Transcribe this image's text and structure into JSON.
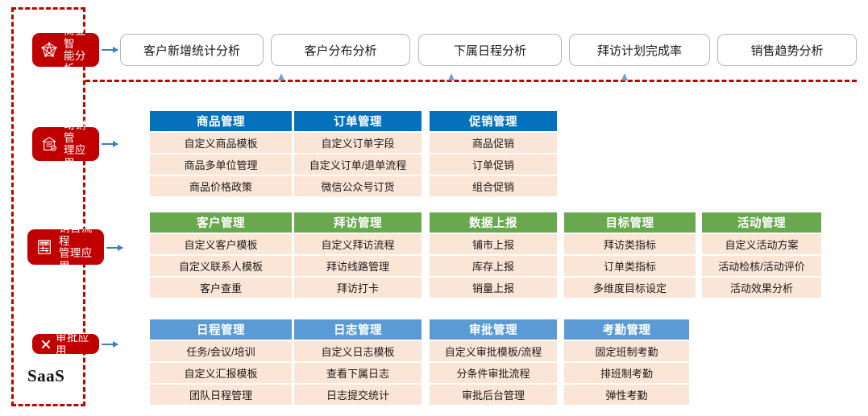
{
  "frame": {
    "saas_label": "SaaS",
    "accent_red": "#c00000",
    "arrow_blue": "#3f7fc1",
    "item_bg": "#fbe5d6",
    "header_blue": "#0571bd",
    "header_green": "#6aa84f",
    "header_light_blue": "#5b9bd5"
  },
  "badges": [
    {
      "label": "商业智\n能分析",
      "icon": "network-analytics-icon"
    },
    {
      "label": "动销管\n理应用",
      "icon": "store-shop-icon"
    },
    {
      "label": "销售流程\n管理应用",
      "icon": "sale-tag-icon"
    },
    {
      "label": "审批应用",
      "icon": "approval-cross-icon"
    }
  ],
  "analytics_pills": [
    {
      "label": "客户新增统计分析"
    },
    {
      "label": "客户分布分析"
    },
    {
      "label": "下属日程分析"
    },
    {
      "label": "拜访计划完成率"
    },
    {
      "label": "销售趋势分析"
    }
  ],
  "rows": [
    {
      "name": "动销管理应用",
      "header_style": "head-blue",
      "columns": [
        {
          "title": "商品管理",
          "items": [
            "自定义商品模板",
            "商品多单位管理",
            "商品价格政策"
          ]
        },
        {
          "title": "订单管理",
          "items": [
            "自定义订单字段",
            "自定义订单/退单流程",
            "微信公众号订货"
          ]
        },
        {
          "title": "促销管理",
          "items": [
            "商品促销",
            "订单促销",
            "组合促销"
          ]
        }
      ]
    },
    {
      "name": "销售流程管理应用",
      "header_style": "head-green",
      "columns": [
        {
          "title": "客户管理",
          "items": [
            "自定义客户模板",
            "自定义联系人模板",
            "客户查重"
          ]
        },
        {
          "title": "拜访管理",
          "items": [
            "自定义拜访流程",
            "拜访线路管理",
            "拜访打卡"
          ]
        },
        {
          "title": "数据上报",
          "items": [
            "铺市上报",
            "库存上报",
            "销量上报"
          ]
        },
        {
          "title": "目标管理",
          "items": [
            "拜访类指标",
            "订单类指标",
            "多维度目标设定"
          ]
        },
        {
          "title": "活动管理",
          "items": [
            "自定义活动方案",
            "活动检核/活动评价",
            "活动效果分析"
          ]
        }
      ]
    },
    {
      "name": "审批应用",
      "header_style": "head-lblue",
      "columns": [
        {
          "title": "日程管理",
          "items": [
            "任务/会议/培训",
            "自定义汇报模板",
            "团队日程管理"
          ]
        },
        {
          "title": "日志管理",
          "items": [
            "自定义日志模板",
            "查看下属日志",
            "日志提交统计"
          ]
        },
        {
          "title": "审批管理",
          "items": [
            "自定义审批模板/流程",
            "分条件审批流程",
            "审批后台管理"
          ]
        },
        {
          "title": "考勤管理",
          "items": [
            "固定班制考勤",
            "排班制考勤",
            "弹性考勤"
          ]
        }
      ]
    }
  ]
}
